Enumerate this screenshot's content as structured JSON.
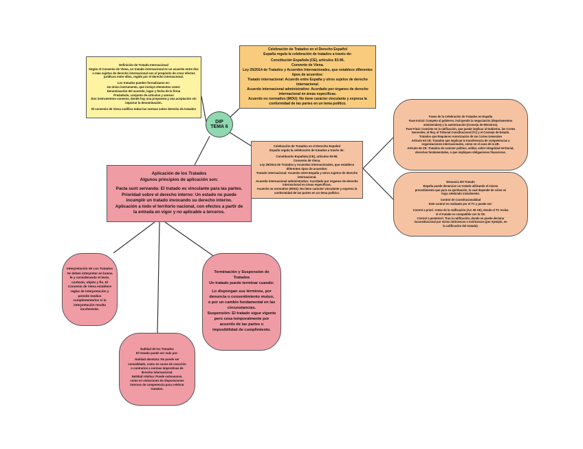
{
  "root": {
    "lines": [
      "DIP",
      "TEMA 6"
    ]
  },
  "definicion": {
    "lines": [
      "Definición de Tratado Internacional",
      "Según el Convenio de Viena, un tratado internacional es un acuerdo entre dos",
      "o más sujetos de derecho internacional con el propósito de crear efectos",
      "jurídicos entre ellos, regido por el derecho internacional.",
      "",
      "Los tratados pueden formalizarse en:",
      "Un único instrumento, que incluye elementos como:",
      "Denominación del acuerdo, lugar y fecha de la firma",
      "Preámbulo, conjunto de artículos y anexos",
      "Dos instrumentos conexos, donde hay una propuesta y una aceptación sin",
      "importar la denominación.",
      "",
      "El convenio de Viena codifica todas las normas sobre derecho de tratados"
    ]
  },
  "celebracion_top": {
    "lines": [
      "Celebración de Tratados en el Derecho Español",
      "España regula la celebración de tratados a través de:",
      "",
      "Constitución Española (CE), artículos 93-96.",
      "Convenio de Viena.",
      "Ley 25/2014 de Tratados y Acuerdos Internacionales, que establece diferentes",
      "tipos de acuerdos:",
      "Tratado internacional: Acuerdo entre España y otros sujetos de derecho",
      "internacional.",
      "Acuerdo internacional administrativo: Acordado por órganos de derecho",
      "internacional en áreas específicas.",
      "Acuerdo no normativo (MOU): No tiene carácter vinculante y expresa la",
      "conformidad de las partes en un tema político."
    ]
  },
  "celebracion_mid": {
    "lines": [
      "Celebración de Tratados en el Derecho Español",
      "España regula la celebración de tratados a través de:",
      "",
      "Constitución Española (CE), artículos 93-96.",
      "Convenio de Viena.",
      "Ley 25/2014 de Tratados y Acuerdos Internacionales, que establece",
      "diferentes tipos de acuerdos:",
      "Tratado internacional: Acuerdo entre España y otros sujetos de derecho",
      "internacional.",
      "Acuerdo internacional administrativo: Acordado por órganos de derecho",
      "internacional en áreas específicas.",
      "Acuerdo no normativo (MOU): No tiene carácter vinculante y expresa la",
      "conformidad de las partes en un tema político."
    ]
  },
  "fases": {
    "lines": [
      "Fases de la Celebración de Tratados en España",
      "Fase Inicial: Compete al gobierno, incluyendo la negociación (departamentos",
      "ministeriales) y la autenticación (Consejo de Ministros).",
      "Fase Final: Consiste en la ratificación, que puede implicar al Gobierno, las Cortes",
      "Generales, el Rey, el Tribunal Constitucional (TC) y el Consejo de Estado.",
      "Tratados que Requieren Autorización de las Cortes Generales",
      "Artículo 93 CE: Tratados que implican la transferencia de competencias a",
      "organizaciones internacionales, como en el caso de la UE.",
      "Artículo 94 CE: Tratados de carácter político, militar, sobre integridad territorial,",
      "derechos fundamentales, o que impliquen obligaciones financieras."
    ]
  },
  "denuncia": {
    "lines": [
      "Denuncia del Tratado",
      "España puede denunciar un tratado utilizando el mismo",
      "procedimiento que para su aprobación, lo cual depende de cómo se",
      "haya celebrado inicialmente.",
      "",
      "Control de Constitucionalidad",
      "Este control es realizado por el TC y puede ser:",
      "",
      "Control a priori: Antes de la ratificación (Art. 95 CE), donde el TC revisa",
      "si el tratado es compatible con la CE.",
      "Control a posteriori: Tras la ratificación, donde se puede declarar",
      "inconstitucional por vicios intrínsecos o extrínsecos (por ejemplo, en",
      "la calificación del tratado)."
    ]
  },
  "aplicacion": {
    "lines": [
      "Aplicación de los Tratados",
      "Algunos principios de aplicación son:",
      "",
      "Pacta sunt servanda: El tratado es vinculante para las partes.",
      "Prioridad sobre el derecho interno: Un estado no puede",
      "incumplir un tratado invocando su derecho interno.",
      "Aplicación a todo el territorio nacional, con efectos a partir de",
      "la entrada en vigor y no aplicable a terceros."
    ]
  },
  "interpretacion": {
    "lines": [
      "Interpretación de Los Tratados",
      "Se deben interpretar en buena",
      "fe y considerando el texto,",
      "contexto, objeto y fin. El",
      "Convenio de Viena establece",
      "reglas de interpretación y",
      "permite medios",
      "complementarios si la",
      "interpretación resulta",
      "incoherente."
    ]
  },
  "nulidad": {
    "lines": [
      "Nulidad de los Tratados",
      "El tratado puede ser nulo por:",
      "",
      "Nulidad absoluta: No puede ser",
      "convalidado, como en casos de coacción",
      "o contrarios a normas imperativas de",
      "derecho internacional.",
      "Nulidad relativa: Puede subsanarse,",
      "como en violaciones de disposiciones",
      "internas de competencia para celebrar",
      "tratados."
    ]
  },
  "terminacion": {
    "lines": [
      "Terminación y Suspensión de",
      "Tratados",
      "Un tratado puede terminar cuando:",
      "",
      "Lo dispongan sus términos, por",
      "denuncia o consentimiento mutuo,",
      "o por un cambio fundamental en las",
      "circunstancias.",
      "Suspensión: El tratado sigue vigente",
      "pero cesa temporalmente por",
      "acuerdo de las partes o",
      "imposibilidad de cumplimiento."
    ]
  }
}
